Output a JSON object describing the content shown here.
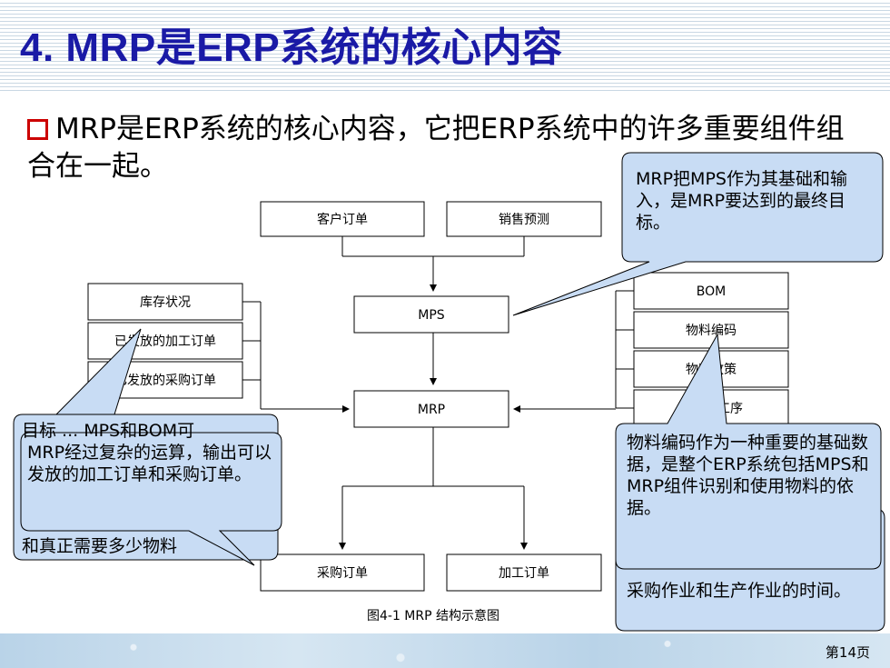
{
  "slide": {
    "title": "4. MRP是ERP系统的核心内容",
    "bullet": "MRP是ERP系统的核心内容，它把ERP系统中的许多重要组件组合在一起。",
    "page_number": "第14页"
  },
  "diagram": {
    "caption": "图4-1   MRP 结构示意图",
    "nodes": {
      "customer_order": "客户订单",
      "sales_forecast": "销售预测",
      "mps": "MPS",
      "mrp": "MRP",
      "inventory_status": "库存状况",
      "released_mfg_orders": "已发放的加工订单",
      "released_purchase_orders": "已发放的采购订单",
      "bom": "BOM",
      "item_code": "物料编码",
      "item_policy": "物料政策",
      "process_routing": "工艺加工序",
      "purchase_order": "采购订单",
      "mfg_order": "加工订单"
    }
  },
  "callouts": {
    "mps_callout": "MRP把MPS作为其基础和输入，是MRP要达到的最终目标。",
    "mrp_output_callout": "MRP经过复杂的运算，输出可以发放的加工订单和采购订单。",
    "mrp_output_back_top": "目标 ... MPS和BOM可",
    "mrp_output_back_bottom": "和真正需要多少物料",
    "item_code_callout": "物料编码作为一种重要的基础数据，是整个ERP系统包括MPS和MRP组件识别和使用物料的依据。",
    "item_code_back_bottom": "采购作业和生产作业的时间。"
  },
  "colors": {
    "title": "#1a1aa6",
    "bullet_box": "#cc0000",
    "callout_fill": "#c8dcf4",
    "callout_border": "#000000"
  }
}
